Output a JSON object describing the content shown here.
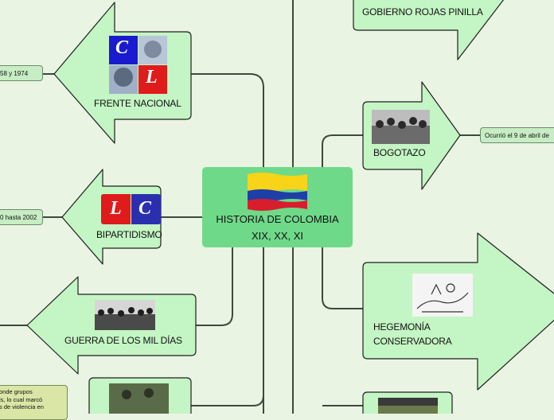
{
  "central_topic": {
    "title": "HISTORIA DE COLOMBIA\nXIX, XX, XI",
    "image": "colombia-flag",
    "colors": {
      "box": "#6fd98a",
      "flag_yellow": "#f7d417",
      "flag_blue": "#1e3ea8",
      "flag_red": "#d81e2c"
    }
  },
  "topics": [
    {
      "label": "FRENTE NACIONAL",
      "image": "party-logos-photo",
      "note": "58 y 1974"
    },
    {
      "label": "BIPARTIDISMO",
      "image": "party-logos",
      "note": "0 hasta 2002"
    },
    {
      "label": "GUERRA DE LOS MIL DÍAS",
      "image": "historic-photo"
    },
    {
      "label": "GOBIERNO ROJAS PINILLA"
    },
    {
      "label": "BOGOTAZO",
      "image": "historic-photo",
      "note": "Ocurrió el 9 de abril de"
    },
    {
      "label": "HEGEMONÍA\nCONSERVADORA",
      "image": "sketch-illustration"
    }
  ],
  "side_note": {
    "lines": [
      "onde grupos",
      "ls, lo cual marcó",
      "s de violencia en"
    ]
  },
  "logos": {
    "c": "C",
    "l": "L"
  },
  "colors": {
    "background": "#eaf4e3",
    "shape_fill": "#c4f5c4",
    "shape_stroke": "#1e1e1e",
    "connector": "#3c4a3c"
  }
}
